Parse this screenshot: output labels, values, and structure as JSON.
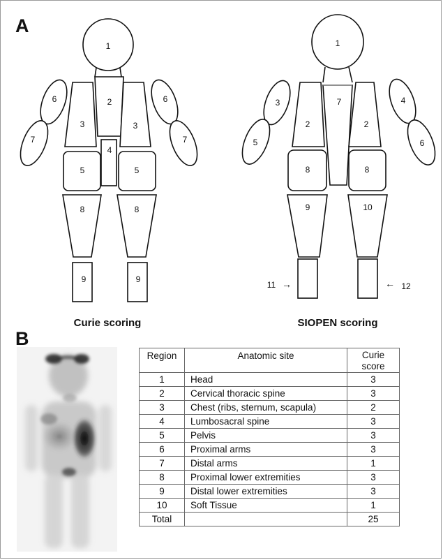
{
  "panel_a": {
    "label": "A",
    "curie": {
      "caption": "Curie scoring",
      "regions": {
        "head": "1",
        "cervical_thoracic_spine": "2",
        "chest_left": "3",
        "chest_right": "3",
        "lumbosacral_spine": "4",
        "pelvis_left": "5",
        "pelvis_right": "5",
        "proximal_arm_left": "6",
        "proximal_arm_right": "6",
        "distal_arm_left": "7",
        "distal_arm_right": "7",
        "proximal_leg_left": "8",
        "proximal_leg_right": "8",
        "distal_leg_left": "9",
        "distal_leg_right": "9"
      }
    },
    "siopen": {
      "caption": "SIOPEN scoring",
      "regions": {
        "head": "1",
        "chest_left": "2",
        "chest_right": "2",
        "upper_arm_left": "3",
        "upper_arm_right": "4",
        "lower_arm_left": "5",
        "lower_arm_right": "6",
        "spine": "7",
        "pelvis_left": "8",
        "pelvis_right": "8",
        "upper_leg_left": "9",
        "upper_leg_right": "10",
        "lower_leg_left": "11",
        "lower_leg_right": "12"
      },
      "arrow_left": "→",
      "arrow_right": "←"
    }
  },
  "panel_b": {
    "label": "B",
    "table": {
      "headers": {
        "region": "Region",
        "site": "Anatomic site",
        "score_line1": "Curie",
        "score_line2": "score"
      },
      "rows": [
        {
          "region": "1",
          "site": "Head",
          "score": "3"
        },
        {
          "region": "2",
          "site": "Cervical thoracic spine",
          "score": "3"
        },
        {
          "region": "3",
          "site": "Chest (ribs, sternum, scapula)",
          "score": "2"
        },
        {
          "region": "4",
          "site": "Lumbosacral spine",
          "score": "3"
        },
        {
          "region": "5",
          "site": "Pelvis",
          "score": "3"
        },
        {
          "region": "6",
          "site": "Proximal arms",
          "score": "3"
        },
        {
          "region": "7",
          "site": "Distal arms",
          "score": "1"
        },
        {
          "region": "8",
          "site": "Proximal lower extremities",
          "score": "3"
        },
        {
          "region": "9",
          "site": "Distal lower extremities",
          "score": "3"
        },
        {
          "region": "10",
          "site": "Soft Tissue",
          "score": "1"
        }
      ],
      "total": {
        "region": "Total",
        "site": "",
        "score": "25"
      }
    }
  }
}
